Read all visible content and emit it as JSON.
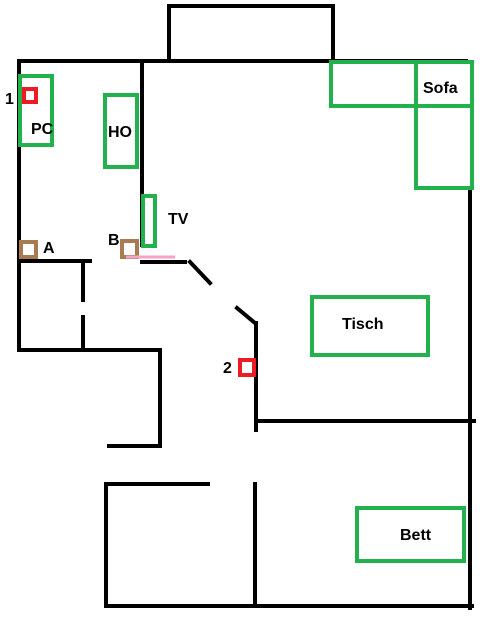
{
  "colors": {
    "walls": "#000000",
    "furniture": "#22b14c",
    "marker_red": "#ed1c24",
    "marker_brown": "#a97b50",
    "door_pink": "#f5a3c7"
  },
  "furniture": {
    "pc": "PC",
    "ho": "HO",
    "tv": "TV",
    "sofa": "Sofa",
    "tisch": "Tisch",
    "bett": "Bett"
  },
  "markers": {
    "m1": "1",
    "m2": "2",
    "a": "A",
    "b": "B"
  }
}
